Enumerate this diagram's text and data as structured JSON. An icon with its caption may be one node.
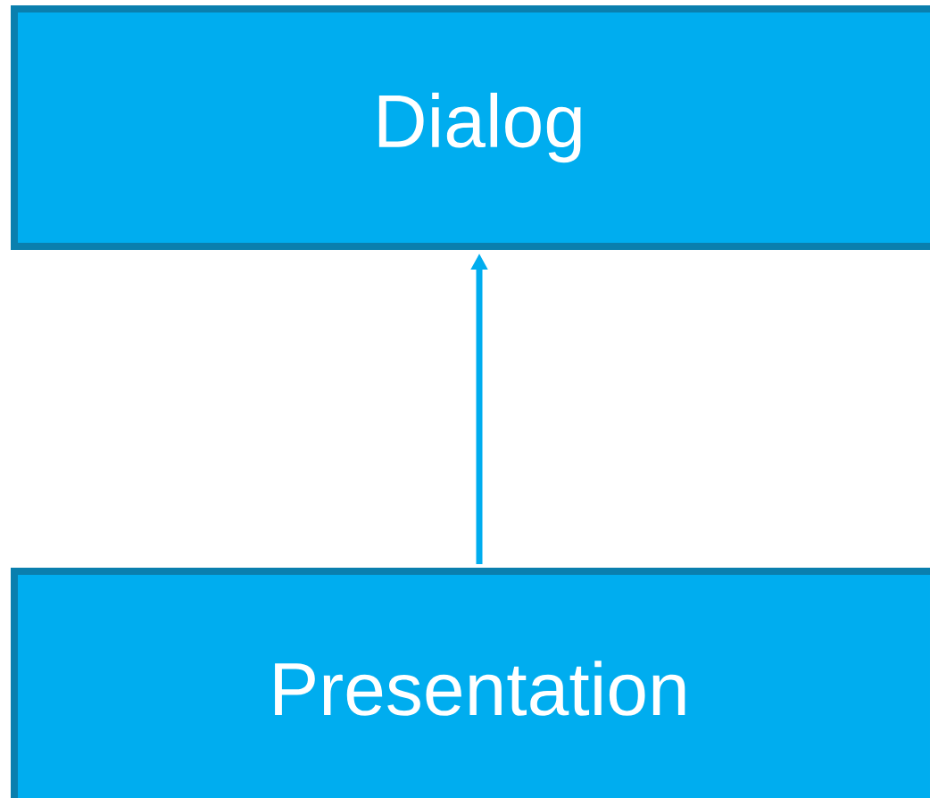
{
  "diagram": {
    "nodes": [
      {
        "text": [
          "Dialog"
        ]
      },
      {
        "text": [
          "Presentation"
        ]
      }
    ],
    "edges": [
      {
        "from": 1,
        "to": 0,
        "arrow": "to"
      }
    ]
  }
}
